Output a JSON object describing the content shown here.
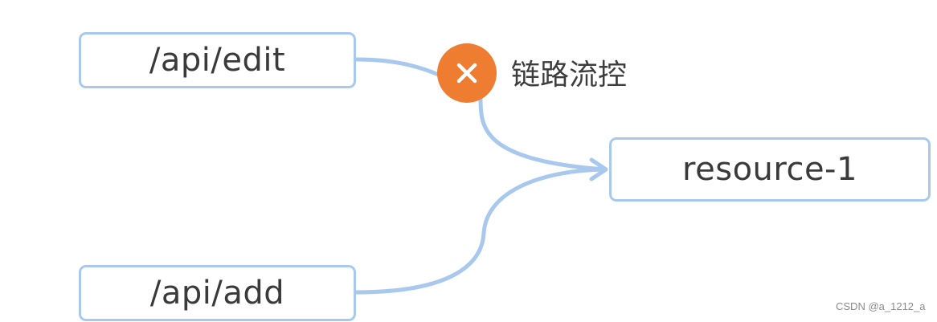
{
  "diagram": {
    "nodes": {
      "edit": {
        "label": "/api/edit"
      },
      "add": {
        "label": "/api/add"
      },
      "resource": {
        "label": "resource-1"
      }
    },
    "block_marker": {
      "label": "链路流控",
      "icon": "close-icon",
      "color": "#ee7d32"
    },
    "edges": [
      {
        "from": "/api/edit",
        "to": "resource-1",
        "blocked": true
      },
      {
        "from": "/api/add",
        "to": "resource-1",
        "blocked": false
      }
    ],
    "colors": {
      "node_border": "#a9c8ee",
      "edge": "#a9c8ee",
      "block": "#ee7d32",
      "text": "#3a3a3a"
    }
  },
  "watermark": {
    "text": "CSDN @a_1212_a"
  }
}
